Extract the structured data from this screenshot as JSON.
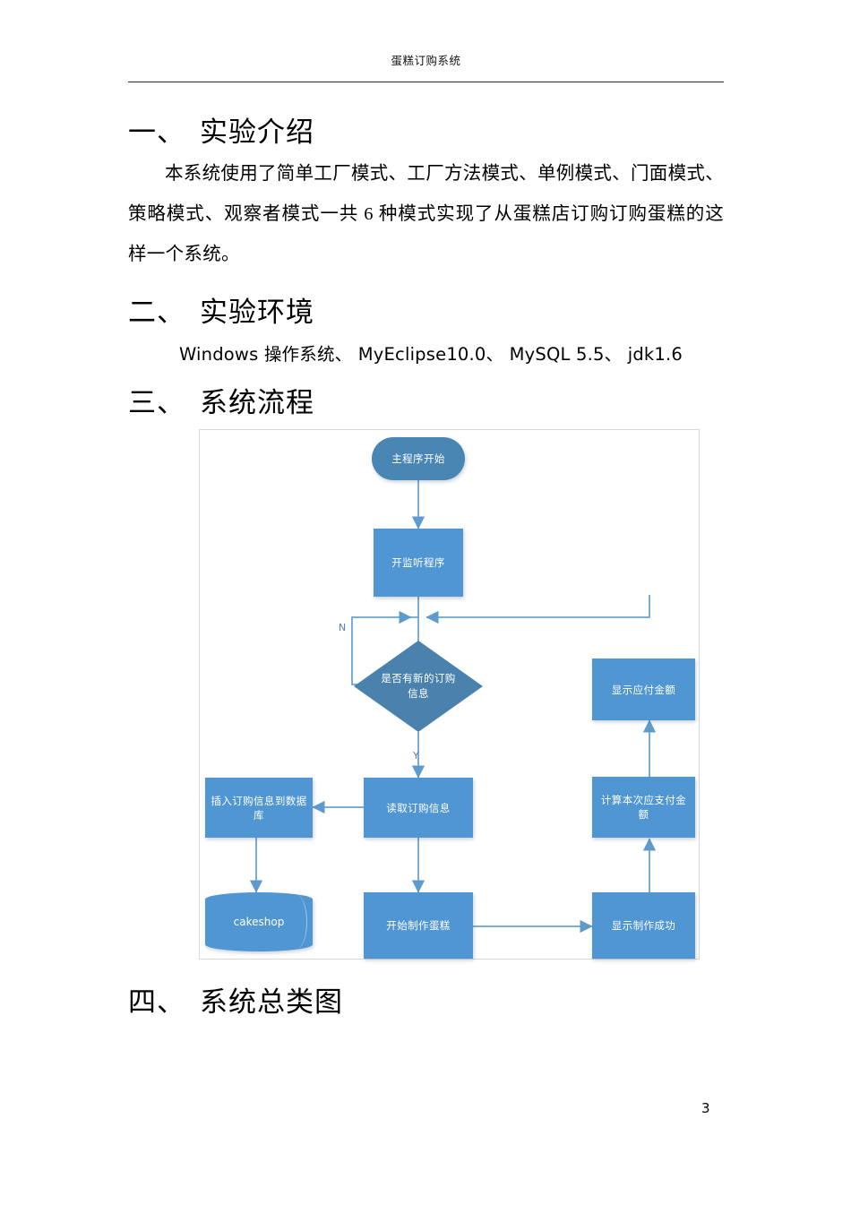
{
  "document": {
    "running_header": "蛋糕订购系统",
    "page_number": "3"
  },
  "sections": [
    {
      "number": "一、",
      "title": "实验介绍",
      "body": "本系统使用了简单工厂模式、工厂方法模式、单例模式、门面模式、策略模式、观察者模式一共 6 种模式实现了从蛋糕店订购订购蛋糕的这样一个系统。"
    },
    {
      "number": "二、",
      "title": "实验环境",
      "body": "Windows 操作系统、 MyEclipse10.0、 MySQL 5.5、 jdk1.6"
    },
    {
      "number": "三、",
      "title": "系统流程"
    },
    {
      "number": "四、",
      "title": "系统总类图"
    }
  ],
  "flowchart": {
    "nodes": {
      "start": "主程序开始",
      "listener": "开监听程序",
      "decision": "是否有新的订购信息",
      "read_order": "读取订购信息",
      "insert_db": "插入订购信息到数据库",
      "database": "cakeshop",
      "make_cake": "开始制作蛋糕",
      "show_success": "显示制作成功",
      "calc_payment": "计算本次应支付金额",
      "show_amount": "显示应付金额"
    },
    "branch_labels": {
      "no": "N",
      "yes": "Y"
    },
    "colors": {
      "terminator": "#4a86b4",
      "process": "#4f96d2",
      "decision": "#4a82ad",
      "connector": "#6ba3d0",
      "text": "#ffffff"
    }
  }
}
